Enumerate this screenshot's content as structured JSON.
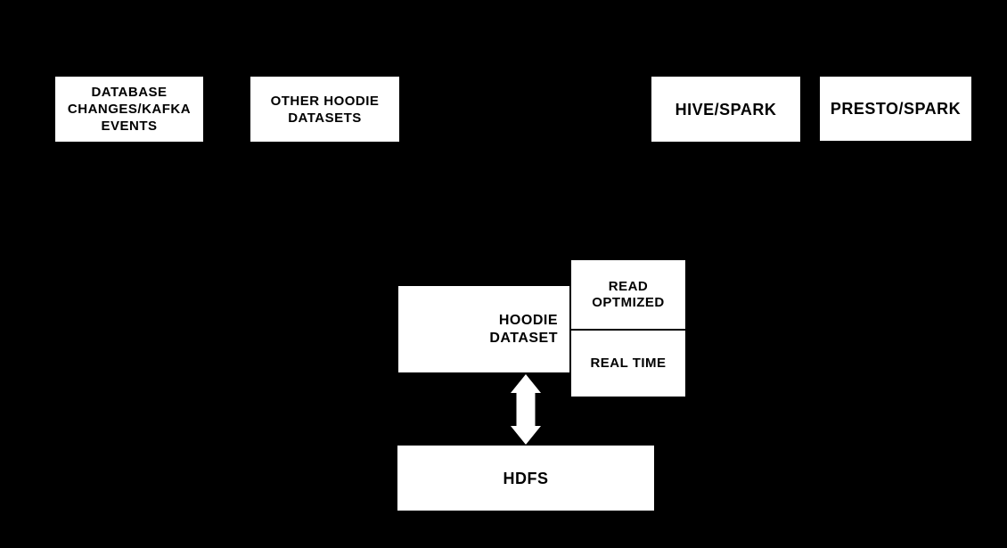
{
  "diagram": {
    "colors": {
      "background": "#000000",
      "node_fill": "#ffffff",
      "node_text": "#000000",
      "arrow": "#ffffff"
    },
    "nodes": {
      "database_changes": {
        "label": "DATABASE\nCHANGES/KAFKA\nEVENTS"
      },
      "other_hoodie_datasets": {
        "label": "OTHER HOODIE\nDATASETS"
      },
      "hive_spark": {
        "label": "HIVE/SPARK"
      },
      "presto_spark": {
        "label": "PRESTO/SPARK"
      },
      "hoodie_dataset": {
        "label": "HOODIE\nDATASET"
      },
      "read_optmized": {
        "label": "READ\nOPTMIZED"
      },
      "real_time": {
        "label": "REAL TIME"
      },
      "hdfs": {
        "label": "HDFS"
      }
    },
    "connectors": [
      {
        "name": "hoodie-dataset-hdfs",
        "type": "double-headed-vertical-arrow",
        "from": "hoodie_dataset",
        "to": "hdfs",
        "color": "#ffffff"
      }
    ]
  }
}
